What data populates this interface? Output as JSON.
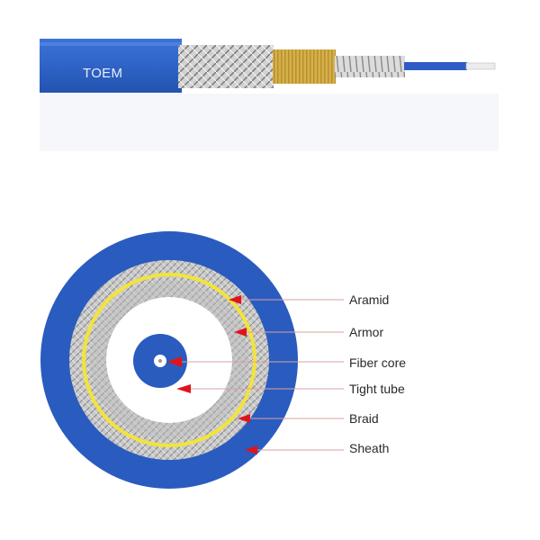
{
  "cable_side": {
    "brand": "TOEM"
  },
  "cross_section": {
    "layers": [
      {
        "key": "aramid",
        "label": "Aramid"
      },
      {
        "key": "armor",
        "label": "Armor"
      },
      {
        "key": "fiber_core",
        "label": "Fiber core"
      },
      {
        "key": "tight_tube",
        "label": "Tight tube"
      },
      {
        "key": "braid",
        "label": "Braid"
      },
      {
        "key": "sheath",
        "label": "Sheath"
      }
    ]
  },
  "colors": {
    "sheath_blue": "#2a5bbf",
    "aramid_yellow": "#f2e43a",
    "braid_gray": "#b9b9b9",
    "pointer_red": "#e0141c",
    "gold_tube": "#d8b34a"
  }
}
